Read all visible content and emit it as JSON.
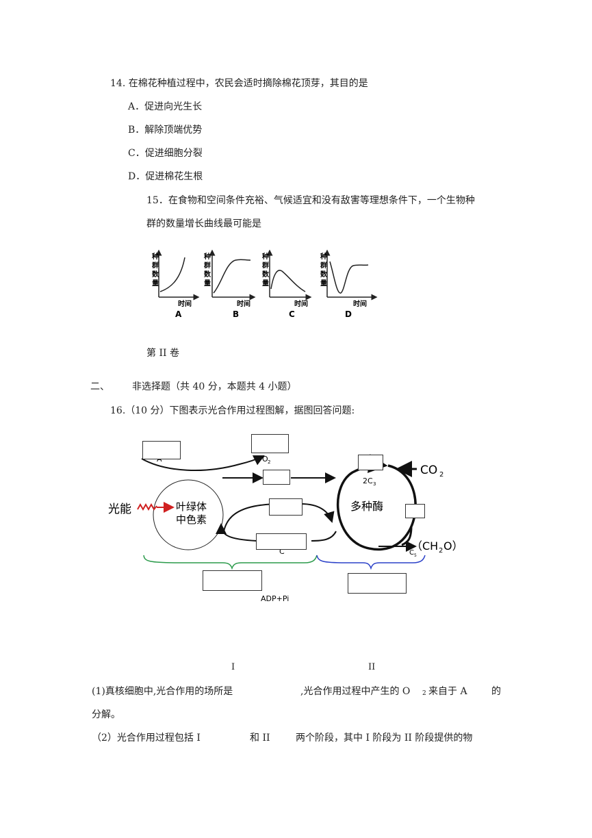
{
  "q14": {
    "stem": "14. 在棉花种植过程中，农民会适时摘除棉花顶芽，其目的是",
    "options": [
      "A．促进向光生长",
      "B．解除顶端优势",
      "C．促进细胞分裂",
      "D．促进棉花生根"
    ]
  },
  "q15": {
    "line1": "15．在食物和空间条件充裕、气候适宜和没有敌害等理想条件下，一个生物种",
    "line2": "群的数量增长曲线最可能是",
    "y_label": [
      "种",
      "群",
      "数",
      "量"
    ],
    "x_label": "时间",
    "graph_letters": [
      "A",
      "B",
      "C",
      "D"
    ]
  },
  "section": {
    "volume": "第 II 卷",
    "number": "二、",
    "title": "非选择题（共 40 分，本题共 4 小题）"
  },
  "q16": {
    "stem": "16.（10 分）下图表示光合作用过程图解，据图回答问题:",
    "diagram": {
      "label_A": "A",
      "label_O2": "O",
      "label_O2_sub": "2",
      "label_2C3": "2C",
      "label_2C3_sub": "3",
      "label_CO2": "CO",
      "label_CO2_sub": "2",
      "label_light": "光能",
      "label_pigment_1": "叶绿体",
      "label_pigment_2": "中色素",
      "label_enzyme": "多种酶",
      "label_B": "B",
      "label_C": "C",
      "label_C5": "C",
      "label_C5_sub": "5",
      "label_ch2o_open": "（CH",
      "label_ch2o_sub": "2",
      "label_ch2o_close": "O）",
      "label_adp": "ADP+Pi",
      "stage_I": "I",
      "stage_II": "II"
    },
    "sub1_a": "(1)真核细胞中,光合作用的场所是",
    "sub1_b": ",光合作用过程中产生的 O",
    "sub1_sub": "2",
    "sub1_c": "来自于 A",
    "sub1_d": "的",
    "sub1_line2": "分解。",
    "sub2_a": "（2）光合作用过程包括 I",
    "sub2_b": "和 II",
    "sub2_c": "两个阶段，其中 I 阶段为 II 阶段提供的物"
  }
}
